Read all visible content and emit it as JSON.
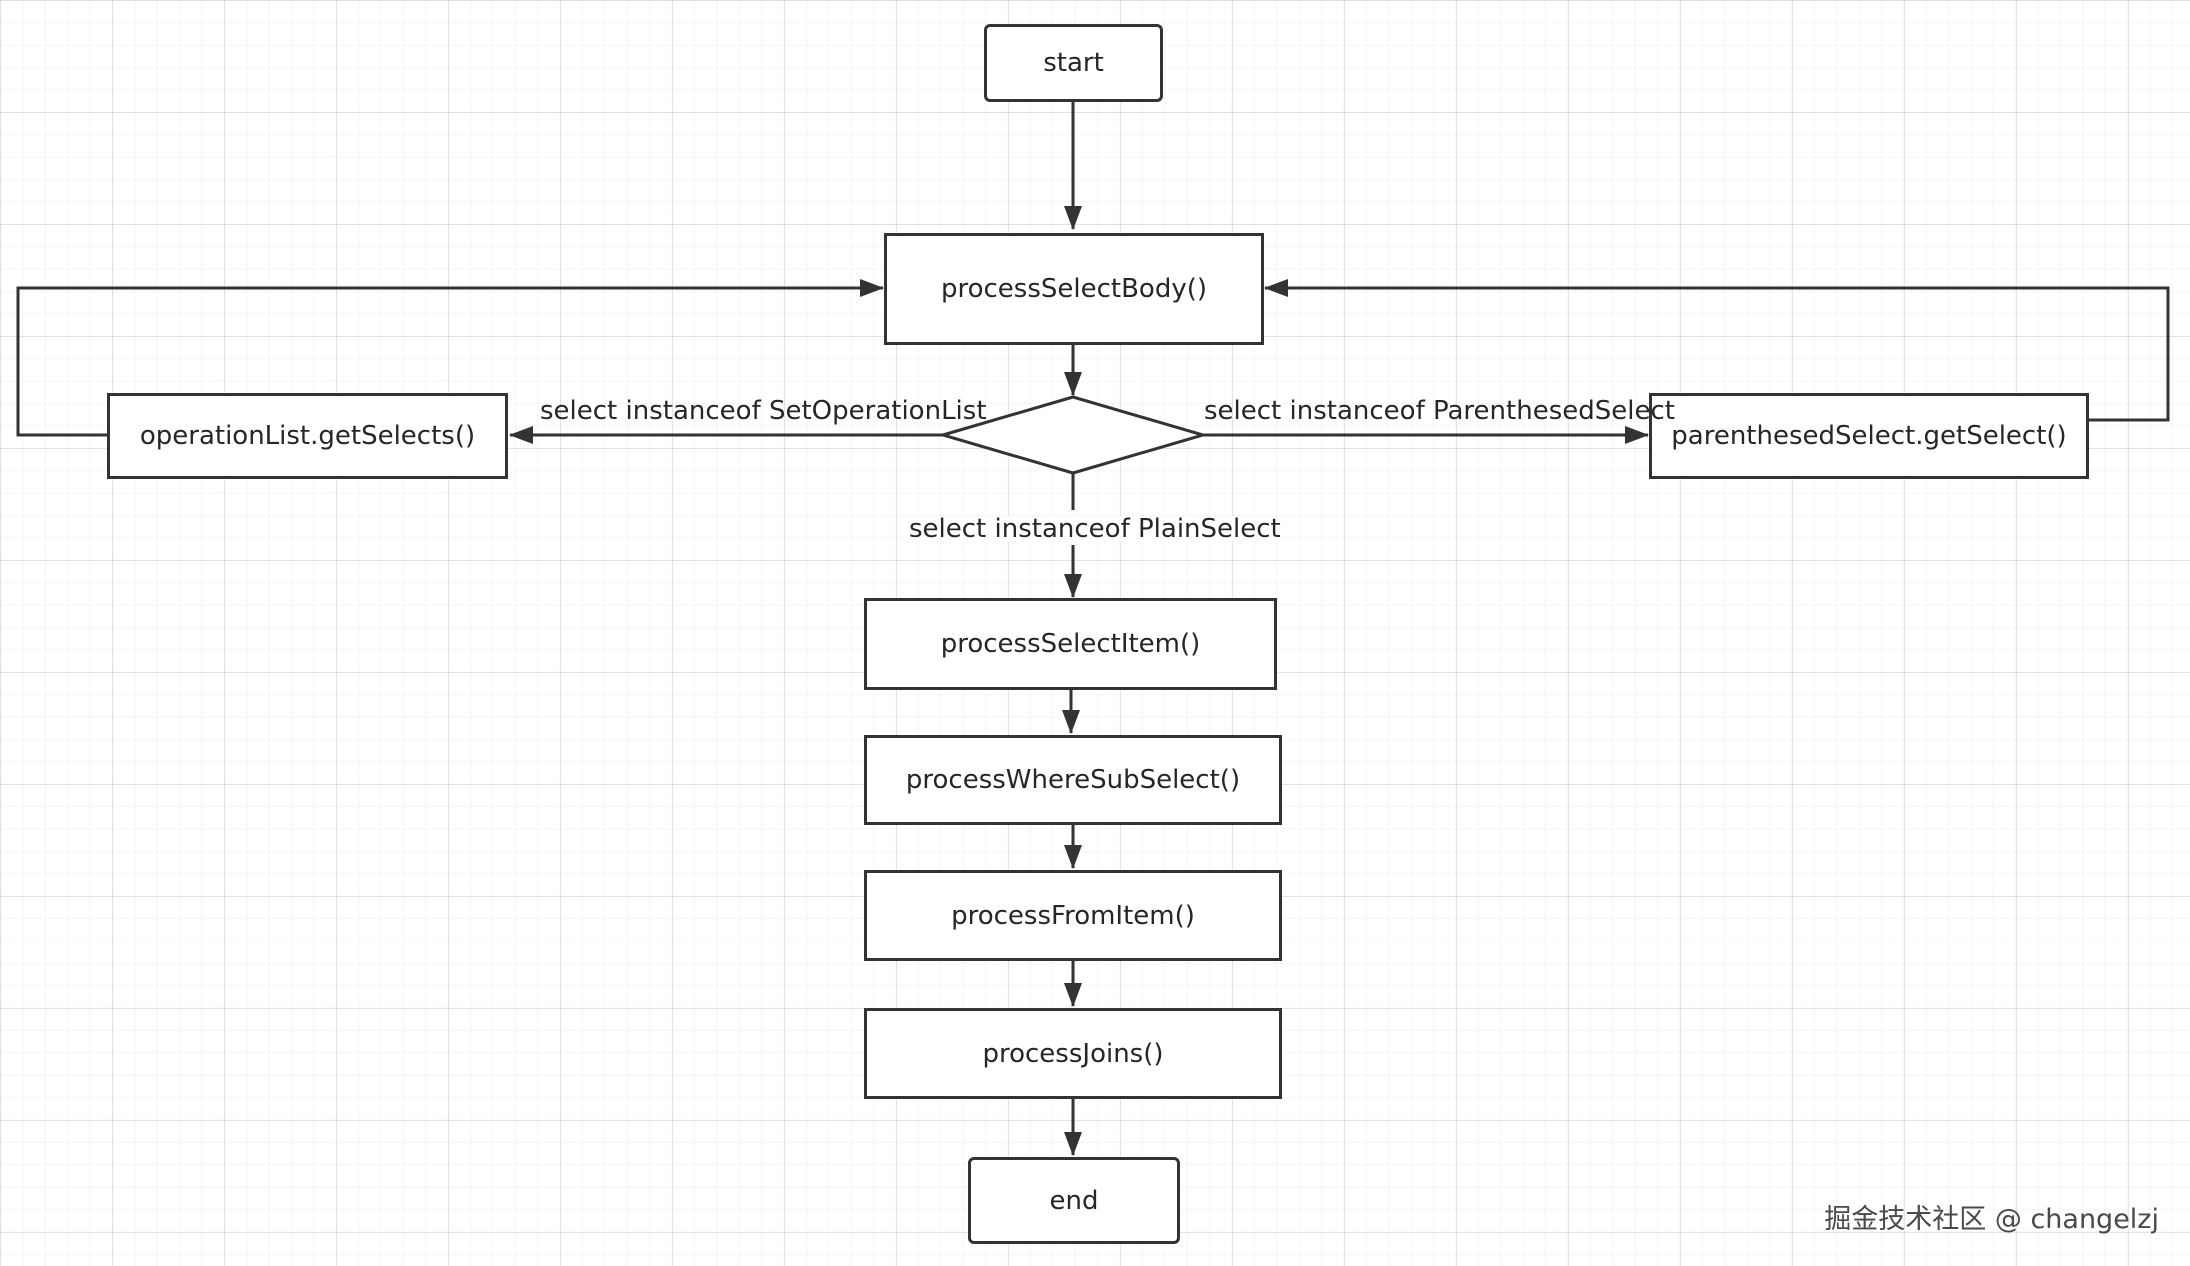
{
  "nodes": {
    "start": "start",
    "process_select_body": "processSelectBody()",
    "operation_list": "operationList.getSelects()",
    "parenthesed_select": "parenthesedSelect.getSelect()",
    "process_select_item": "processSelectItem()",
    "process_where_sub_select": "processWhereSubSelect()",
    "process_from_item": "processFromItem()",
    "process_joins": "processJoins()",
    "end": "end"
  },
  "edge_labels": {
    "set_operation_list": "select instanceof SetOperationList",
    "parenthesed_select": "select instanceof ParenthesedSelect",
    "plain_select": "select instanceof PlainSelect"
  },
  "watermark": "掘金技术社区 @ changelzj",
  "colors": {
    "stroke": "#333333",
    "text": "#262626",
    "background": "#ffffff"
  }
}
